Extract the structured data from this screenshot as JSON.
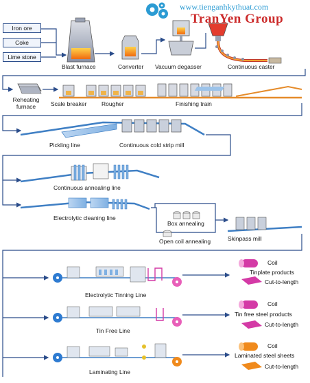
{
  "watermark": {
    "url": "www.tienganhkythuat.com",
    "brand": "TranYen Group"
  },
  "inputs": [
    "Iron ore",
    "Coke",
    "Lime stone"
  ],
  "stages": {
    "blast_furnace": "Blast furnace",
    "converter": "Converter",
    "vacuum_degasser": "Vacuum degasser",
    "continuous_caster": "Continuous caster",
    "reheating_furnace": "Reheating furnace",
    "scale_breaker": "Scale breaker",
    "rougher": "Rougher",
    "finishing_train": "Finishing train",
    "pickling_line": "Pickling line",
    "cold_strip_mill": "Continuous cold strip mill",
    "annealing_line": "Continuous annealing line",
    "cleaning_line": "Electrolytic cleaning line",
    "box_annealing": "Box annealing",
    "open_coil_annealing": "Open coil annealing",
    "skinpass_mill": "Skinpass mill",
    "tinning_line": "Electrolytic Tinning Line",
    "tin_free_line": "Tin Free Line",
    "laminating_line": "Laminating Line"
  },
  "products": [
    {
      "coil": "Coil",
      "name": "Tinplate products",
      "cut": "Cut-to-length",
      "color": "#d43aa6"
    },
    {
      "coil": "Coil",
      "name": "Tin free steel products",
      "cut": "Cut-to-length",
      "color": "#d43aa6"
    },
    {
      "coil": "Coil",
      "name": "Laminated steel sheets",
      "cut": "Cut-to-length",
      "color": "#f08a1c"
    }
  ],
  "colors": {
    "flow_line": "#2a4c8a",
    "strip": "#5a9ee0",
    "line_equipment": "#9cc3ea",
    "coil_magenta": "#d43aa6",
    "coil_orange": "#f08a1c",
    "brand_red": "#cc2b2b",
    "url_blue": "#2b9bd3"
  }
}
